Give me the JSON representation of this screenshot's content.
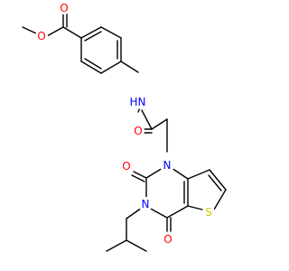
{
  "molecule": {
    "atoms": {
      "o_methoxy": {
        "label": "O",
        "color": "#ff0000"
      },
      "o_ester_carbonyl": {
        "label": "O",
        "color": "#ff0000"
      },
      "n_amide": {
        "label": "N",
        "h_label": "H",
        "color": "#0000ff"
      },
      "o_amide": {
        "label": "O",
        "color": "#ff0000"
      },
      "n1": {
        "label": "N",
        "color": "#0000ff"
      },
      "o_c2": {
        "label": "O",
        "color": "#ff0000"
      },
      "n3": {
        "label": "N",
        "color": "#0000ff"
      },
      "s_thiophene": {
        "label": "S",
        "color": "#cccc00"
      },
      "o_c4": {
        "label": "O",
        "color": "#ff0000"
      }
    }
  }
}
